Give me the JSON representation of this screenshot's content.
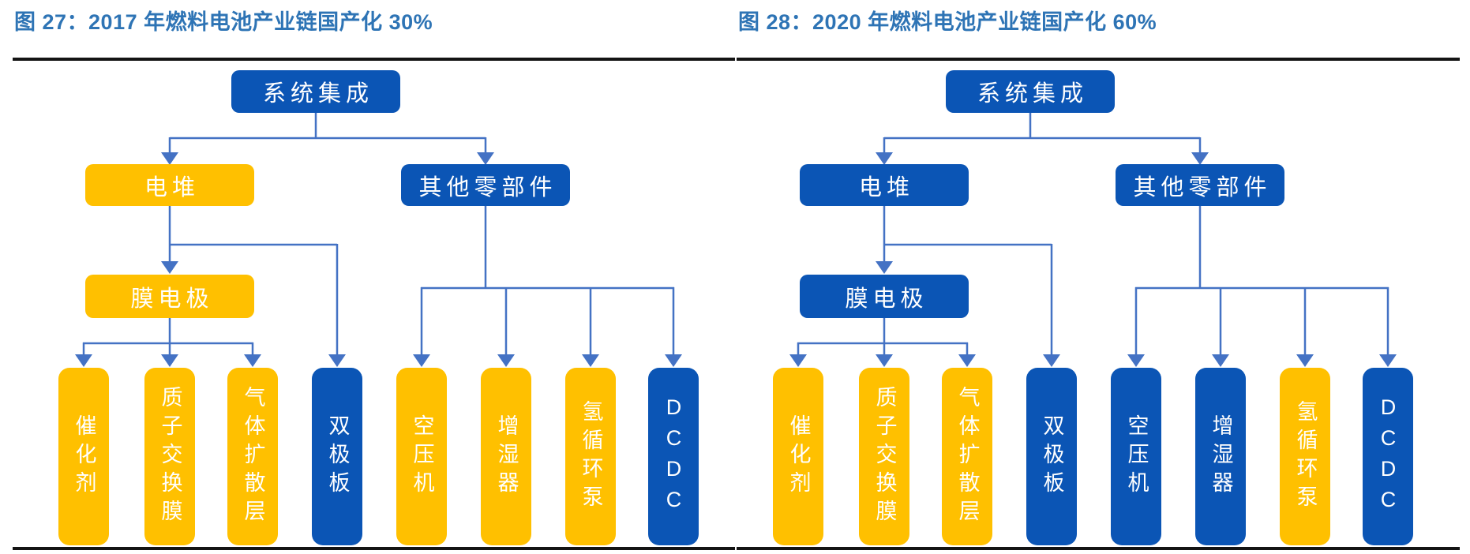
{
  "figures": [
    {
      "title": "图 27：2017 年燃料电池产业链国产化 30%",
      "nodes": {
        "root": {
          "label": "系统集成",
          "variant": "blue"
        },
        "stack": {
          "label": "电堆",
          "variant": "yellow"
        },
        "others": {
          "label": "其他零部件",
          "variant": "blue"
        },
        "mea": {
          "label": "膜电极",
          "variant": "yellow"
        },
        "leaves": [
          {
            "label": "催化剂",
            "variant": "yellow"
          },
          {
            "label": "质子交换膜",
            "variant": "yellow"
          },
          {
            "label": "气体扩散层",
            "variant": "yellow"
          },
          {
            "label": "双极板",
            "variant": "blue"
          },
          {
            "label": "空压机",
            "variant": "yellow"
          },
          {
            "label": "增湿器",
            "variant": "yellow"
          },
          {
            "label": "氢循环泵",
            "variant": "yellow"
          },
          {
            "label": "DCDC",
            "variant": "blue"
          }
        ]
      }
    },
    {
      "title": "图 28：2020 年燃料电池产业链国产化 60%",
      "nodes": {
        "root": {
          "label": "系统集成",
          "variant": "blue"
        },
        "stack": {
          "label": "电堆",
          "variant": "blue"
        },
        "others": {
          "label": "其他零部件",
          "variant": "blue"
        },
        "mea": {
          "label": "膜电极",
          "variant": "blue"
        },
        "leaves": [
          {
            "label": "催化剂",
            "variant": "yellow"
          },
          {
            "label": "质子交换膜",
            "variant": "yellow"
          },
          {
            "label": "气体扩散层",
            "variant": "yellow"
          },
          {
            "label": "双极板",
            "variant": "blue"
          },
          {
            "label": "空压机",
            "variant": "blue"
          },
          {
            "label": "增湿器",
            "variant": "blue"
          },
          {
            "label": "氢循环泵",
            "variant": "yellow"
          },
          {
            "label": "DCDC",
            "variant": "blue"
          }
        ]
      }
    }
  ],
  "colors": {
    "localized_blue": "#0B55B5",
    "imported_yellow": "#FFC000",
    "connector_blue": "#4472C4",
    "title_text_blue": "#2E74B5",
    "rule_black": "#141414"
  }
}
